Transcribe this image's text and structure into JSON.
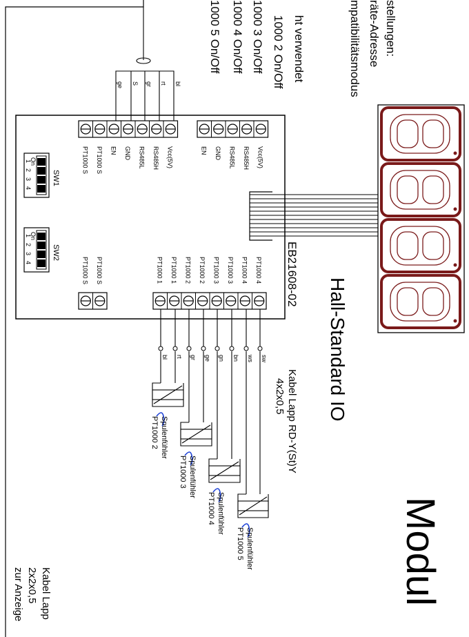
{
  "title": "Modul",
  "subtitle": "Hall-Standard IO",
  "board_label": "EB21608-02",
  "settings_lines": [
    "stellungen:",
    "räte-Adresse",
    "mpatibilitätsmodus",
    "ht verwendet",
    "1000 2 On/Off",
    "1000 3 On/Off",
    "1000 4 On/Off",
    "1000 5 On/Off"
  ],
  "cable_main": [
    "Kabel Lapp RD-Y(St)Y",
    "4x2x0,5"
  ],
  "cable_display": [
    "Kabel Lapp",
    "2x2x0,5",
    "zur Anzeige"
  ],
  "sw1": {
    "label": "SW1",
    "on": "On",
    "nums": [
      "1",
      "2",
      "3",
      "4"
    ]
  },
  "sw2": {
    "label": "SW2",
    "on": "On",
    "nums": [
      "1",
      "2",
      "3",
      "4"
    ]
  },
  "terminals_top_left": [
    "PT1000 S",
    "PT1000 S",
    "EN",
    "GND",
    "RS485L",
    "RS485H",
    "Vcc(5V)"
  ],
  "terminals_top_right": [
    "EN",
    "GND",
    "RS485L",
    "RS485H",
    "Vcc(5V)"
  ],
  "terminals_bottom_left": [
    "PT1000 S",
    "PT1000 S"
  ],
  "terminals_bottom_right": [
    "PT1000 1",
    "PT1000 1",
    "PT1000 2",
    "PT1000 2",
    "PT1000 3",
    "PT1000 3",
    "PT1000 4",
    "PT1000 4"
  ],
  "bus_wire_colors": [
    "ge",
    "S",
    "gr",
    "rt",
    "bl"
  ],
  "sensor_wire_colors": [
    "bl",
    "rt",
    "gr",
    "ge",
    "gn",
    "bn",
    "ws",
    "sw"
  ],
  "sensors": [
    {
      "name": "Spulenfühler",
      "id": "PT1000 2"
    },
    {
      "name": "Spulenfühler",
      "id": "PT1000 3"
    },
    {
      "name": "Spulenfühler",
      "id": "PT1000 4"
    },
    {
      "name": "Spulenfühler",
      "id": "PT1000 5"
    }
  ],
  "display_digits": [
    "8",
    "8",
    "8",
    "8"
  ],
  "colors": {
    "line": "#000000",
    "display": "#7a1a1a",
    "sensor_symbol": "#1a3fd6"
  }
}
